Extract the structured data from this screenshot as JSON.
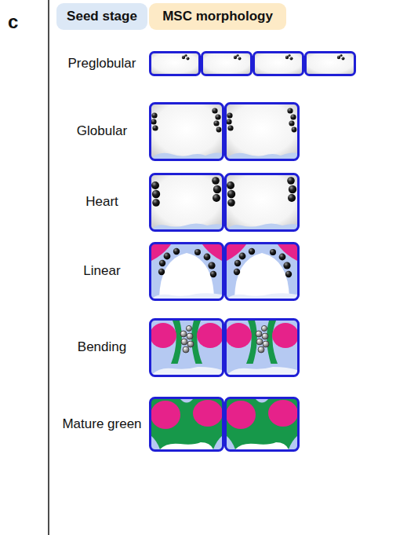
{
  "diagram": {
    "nodes": [
      {
        "text": [
          "Seed stage"
        ]
      },
      {
        "text": [
          "MSC morphology"
        ]
      }
    ],
    "labels": [
      "c",
      "Preglobular",
      "Globular",
      "Heart",
      "Linear",
      "Bending",
      "Mature green"
    ]
  }
}
